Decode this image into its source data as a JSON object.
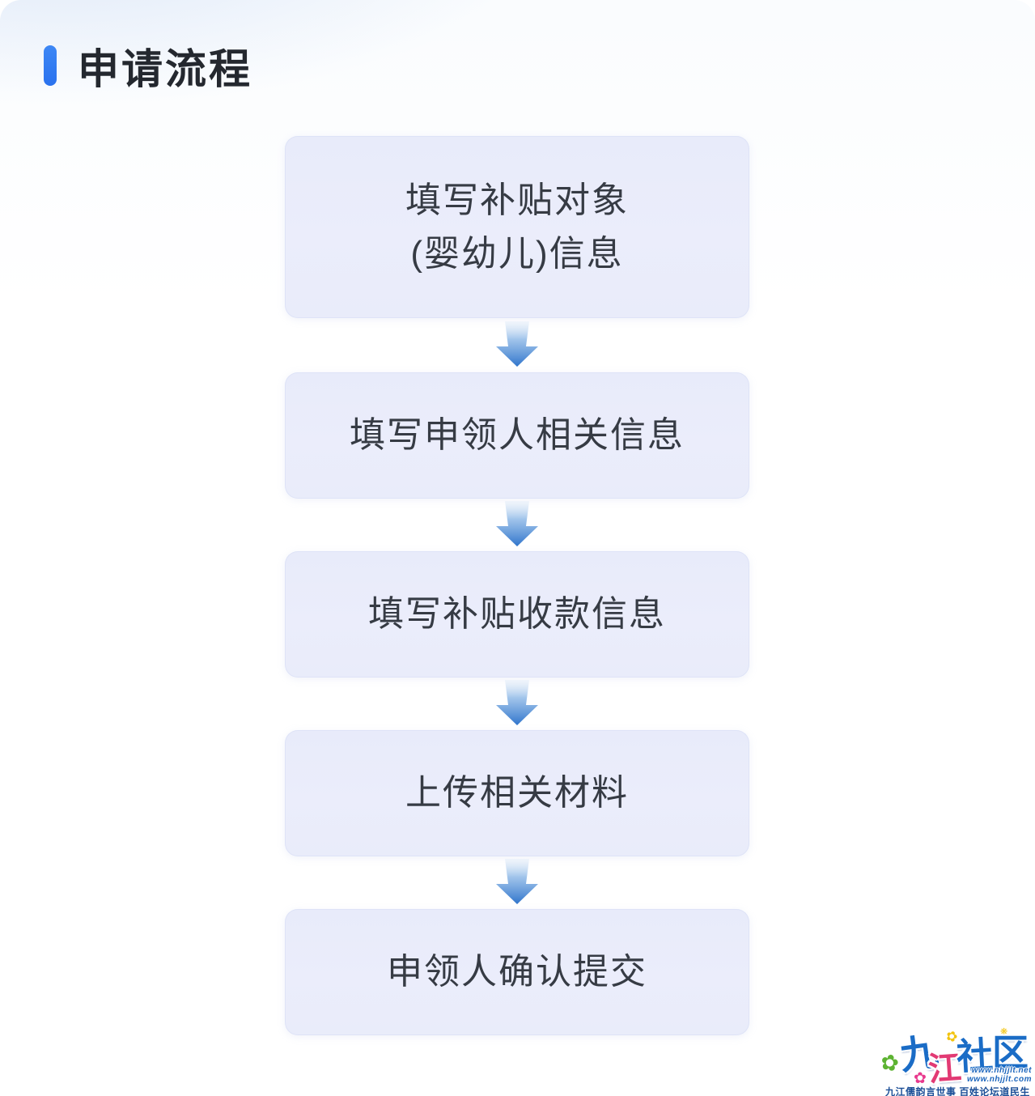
{
  "header": {
    "title": "申请流程"
  },
  "flow": {
    "steps": [
      {
        "label": "填写补贴对象\n(婴幼儿)信息"
      },
      {
        "label": "填写申领人相关信息"
      },
      {
        "label": "填写补贴收款信息"
      },
      {
        "label": "上传相关材料"
      },
      {
        "label": "申领人确认提交"
      }
    ]
  },
  "watermark": {
    "c1": "九",
    "c2": "江",
    "c3": "社",
    "c4": "区",
    "flower": "✿",
    "dot": "❋",
    "url1": "www.nhjjlt.net",
    "url2": "www.nhjjlt.com",
    "tagline": "九江儒韵言世事  百姓论坛道民生"
  },
  "colors": {
    "accent_blue": "#2a72ee",
    "box_fill": "#e9ecfa",
    "arrow_blue": "#2f74cb",
    "logo_blue": "#1a6cc6",
    "logo_red": "#e23a74",
    "tagline_blue": "#1c4f97"
  }
}
